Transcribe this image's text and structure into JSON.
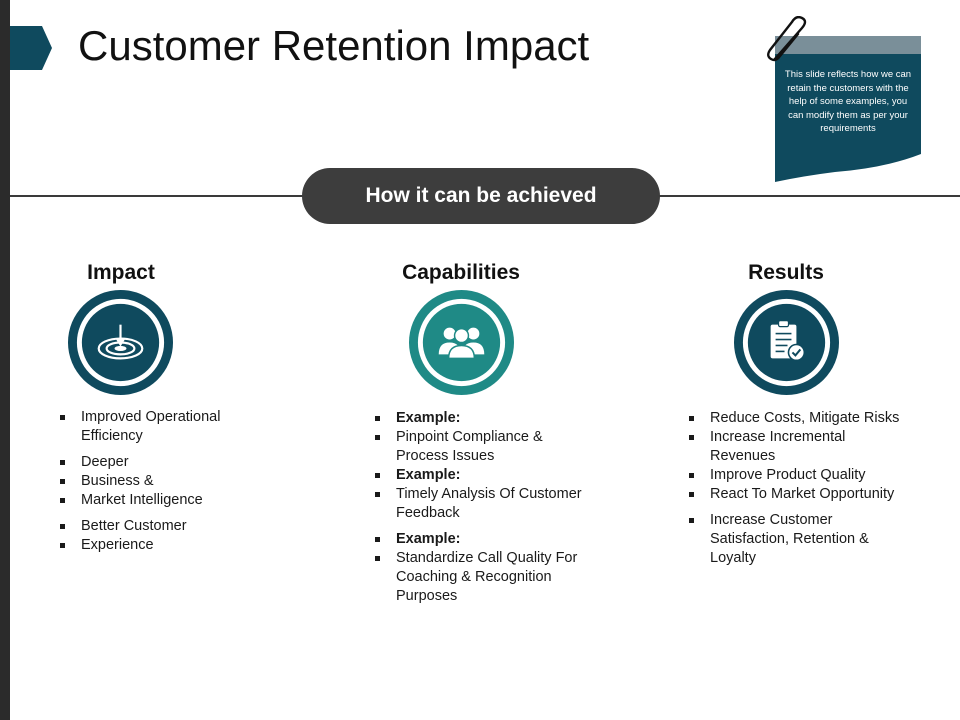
{
  "slide": {
    "title": "Customer Retention Impact",
    "banner": "How it can be achieved",
    "note": "This slide reflects how we can retain the customers with the help of some examples, you can modify them as per your requirements"
  },
  "colors": {
    "dark_teal": "#0f4a5e",
    "teal": "#1f8a86",
    "pill": "#3d3d3d"
  },
  "columns": [
    {
      "heading": "Impact",
      "icon": "target-icon",
      "items": [
        {
          "text": "Improved Operational Efficiency"
        },
        {
          "text": "Deeper"
        },
        {
          "text": "Business &"
        },
        {
          "text": "Market Intelligence"
        },
        {
          "text": "Better Customer"
        },
        {
          "text": "Experience"
        }
      ]
    },
    {
      "heading": "Capabilities",
      "icon": "team-icon",
      "items": [
        {
          "text": "Example:"
        },
        {
          "text": "Pinpoint Compliance & Process Issues"
        },
        {
          "text": "Example:"
        },
        {
          "text": "Timely Analysis Of Customer Feedback"
        },
        {
          "text": "Example:"
        },
        {
          "text": "Standardize Call Quality For Coaching & Recognition Purposes"
        }
      ]
    },
    {
      "heading": "Results",
      "icon": "clipboard-check-icon",
      "items": [
        {
          "text": "Reduce Costs, Mitigate Risks"
        },
        {
          "text": "Increase Incremental Revenues"
        },
        {
          "text": "Improve Product Quality"
        },
        {
          "text": "React To Market Opportunity"
        },
        {
          "text": "Increase Customer Satisfaction, Retention & Loyalty"
        }
      ]
    }
  ]
}
